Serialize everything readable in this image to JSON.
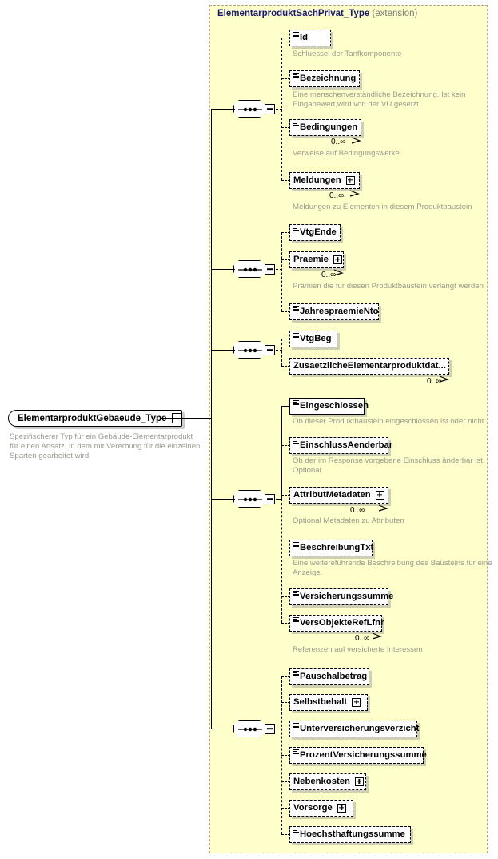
{
  "diagram": {
    "kind": "xsd-schema-tree",
    "root": {
      "name": "ElementarproduktGebaeude_Type",
      "toggle": "minus",
      "annotation": "Spezifischerer Typ für ein Gebäude-Elementarprodukt für einen Ansatz, in dem mit Vererbung für die einzelnen Sparten gearbeitet wird"
    },
    "extension": {
      "type_name": "ElementarproduktSachPrivat_Type",
      "qualifier": "(extension)"
    },
    "groups": [
      {
        "compositor": "sequence",
        "toggle": "minus",
        "elements": [
          {
            "name": "Id",
            "required": false,
            "simple": true,
            "expander": false,
            "repeat": false,
            "cardinality": "",
            "annotation": "Schluessel der Tarifkomponente"
          },
          {
            "name": "Bezeichnung",
            "required": false,
            "simple": true,
            "expander": false,
            "repeat": false,
            "cardinality": "",
            "annotation": "Eine menschenverständliche Bezeichnung. Ist kein Eingabewert,wird von der VU gesetzt"
          },
          {
            "name": "Bedingungen",
            "required": false,
            "simple": true,
            "expander": false,
            "repeat": true,
            "cardinality": "0..∞",
            "annotation": "Verweise auf Bedingungswerke"
          },
          {
            "name": "Meldungen",
            "required": false,
            "simple": false,
            "expander": true,
            "repeat": true,
            "cardinality": "0..∞",
            "annotation": "Meldungen zu Elementen in diesem Produktbaustein"
          }
        ]
      },
      {
        "compositor": "sequence",
        "toggle": "minus",
        "elements": [
          {
            "name": "VtgEnde",
            "required": false,
            "simple": true,
            "expander": false,
            "repeat": false,
            "cardinality": "",
            "annotation": ""
          },
          {
            "name": "Praemie",
            "required": false,
            "simple": false,
            "expander": true,
            "repeat": true,
            "cardinality": "0..∞",
            "annotation": "Prämien die für diesen Produktbaustein verlangt werden"
          },
          {
            "name": "JahrespraemieNto",
            "required": false,
            "simple": true,
            "expander": false,
            "repeat": false,
            "cardinality": "",
            "annotation": ""
          }
        ]
      },
      {
        "compositor": "sequence",
        "toggle": "minus",
        "elements": [
          {
            "name": "VtgBeg",
            "required": false,
            "simple": true,
            "expander": false,
            "repeat": false,
            "cardinality": "",
            "annotation": ""
          },
          {
            "name": "ZusaetzlicheElementarproduktdat...",
            "required": false,
            "simple": false,
            "expander": false,
            "repeat": true,
            "cardinality": "0..∞",
            "annotation": ""
          }
        ]
      },
      {
        "compositor": "sequence",
        "toggle": "minus",
        "elements": [
          {
            "name": "Eingeschlossen",
            "required": true,
            "simple": true,
            "expander": false,
            "repeat": false,
            "cardinality": "",
            "annotation": "Ob dieser Produktbaustein eingeschlossen ist oder nicht"
          },
          {
            "name": "EinschlussAenderbar",
            "required": false,
            "simple": true,
            "expander": false,
            "repeat": false,
            "cardinality": "",
            "annotation": "Ob der im Response vorgebene Einschluss änderbar ist. Optional"
          },
          {
            "name": "AttributMetadaten",
            "required": false,
            "simple": false,
            "expander": true,
            "repeat": true,
            "cardinality": "0..∞",
            "annotation": "Optional Metadaten zu Attributen"
          },
          {
            "name": "BeschreibungTxt",
            "required": false,
            "simple": true,
            "expander": false,
            "repeat": false,
            "cardinality": "",
            "annotation": "Eine weitereführende Beschreibung des Bausteins für eine Anzeige."
          },
          {
            "name": "Versicherungssumme",
            "required": false,
            "simple": true,
            "expander": false,
            "repeat": false,
            "cardinality": "",
            "annotation": ""
          },
          {
            "name": "VersObjekteRefLfnr",
            "required": false,
            "simple": true,
            "expander": false,
            "repeat": true,
            "cardinality": "0..∞",
            "annotation": "Referenzen auf versicherte Interessen"
          }
        ]
      },
      {
        "compositor": "sequence",
        "toggle": "minus",
        "elements": [
          {
            "name": "Pauschalbetrag",
            "required": false,
            "simple": true,
            "expander": false,
            "repeat": false,
            "cardinality": "",
            "annotation": ""
          },
          {
            "name": "Selbstbehalt",
            "required": false,
            "simple": false,
            "expander": true,
            "repeat": false,
            "cardinality": "",
            "annotation": ""
          },
          {
            "name": "Unterversicherungsverzicht",
            "required": false,
            "simple": true,
            "expander": false,
            "repeat": false,
            "cardinality": "",
            "annotation": ""
          },
          {
            "name": "ProzentVersicherungssumme",
            "required": false,
            "simple": true,
            "expander": false,
            "repeat": false,
            "cardinality": "",
            "annotation": ""
          },
          {
            "name": "Nebenkosten",
            "required": false,
            "simple": false,
            "expander": true,
            "repeat": false,
            "cardinality": "",
            "annotation": ""
          },
          {
            "name": "Vorsorge",
            "required": false,
            "simple": false,
            "expander": true,
            "repeat": false,
            "cardinality": "",
            "annotation": ""
          },
          {
            "name": "Hoechsthaftungssumme",
            "required": false,
            "simple": true,
            "expander": false,
            "repeat": false,
            "cardinality": "",
            "annotation": ""
          }
        ]
      }
    ],
    "colors": {
      "extension_bg": "#ffffcc",
      "extension_border": "#b3a87a",
      "title_text": "#1a1a6e",
      "annotation_text": "#9a9a8e",
      "line": "#000000",
      "box_bg": "#ffffff"
    }
  }
}
